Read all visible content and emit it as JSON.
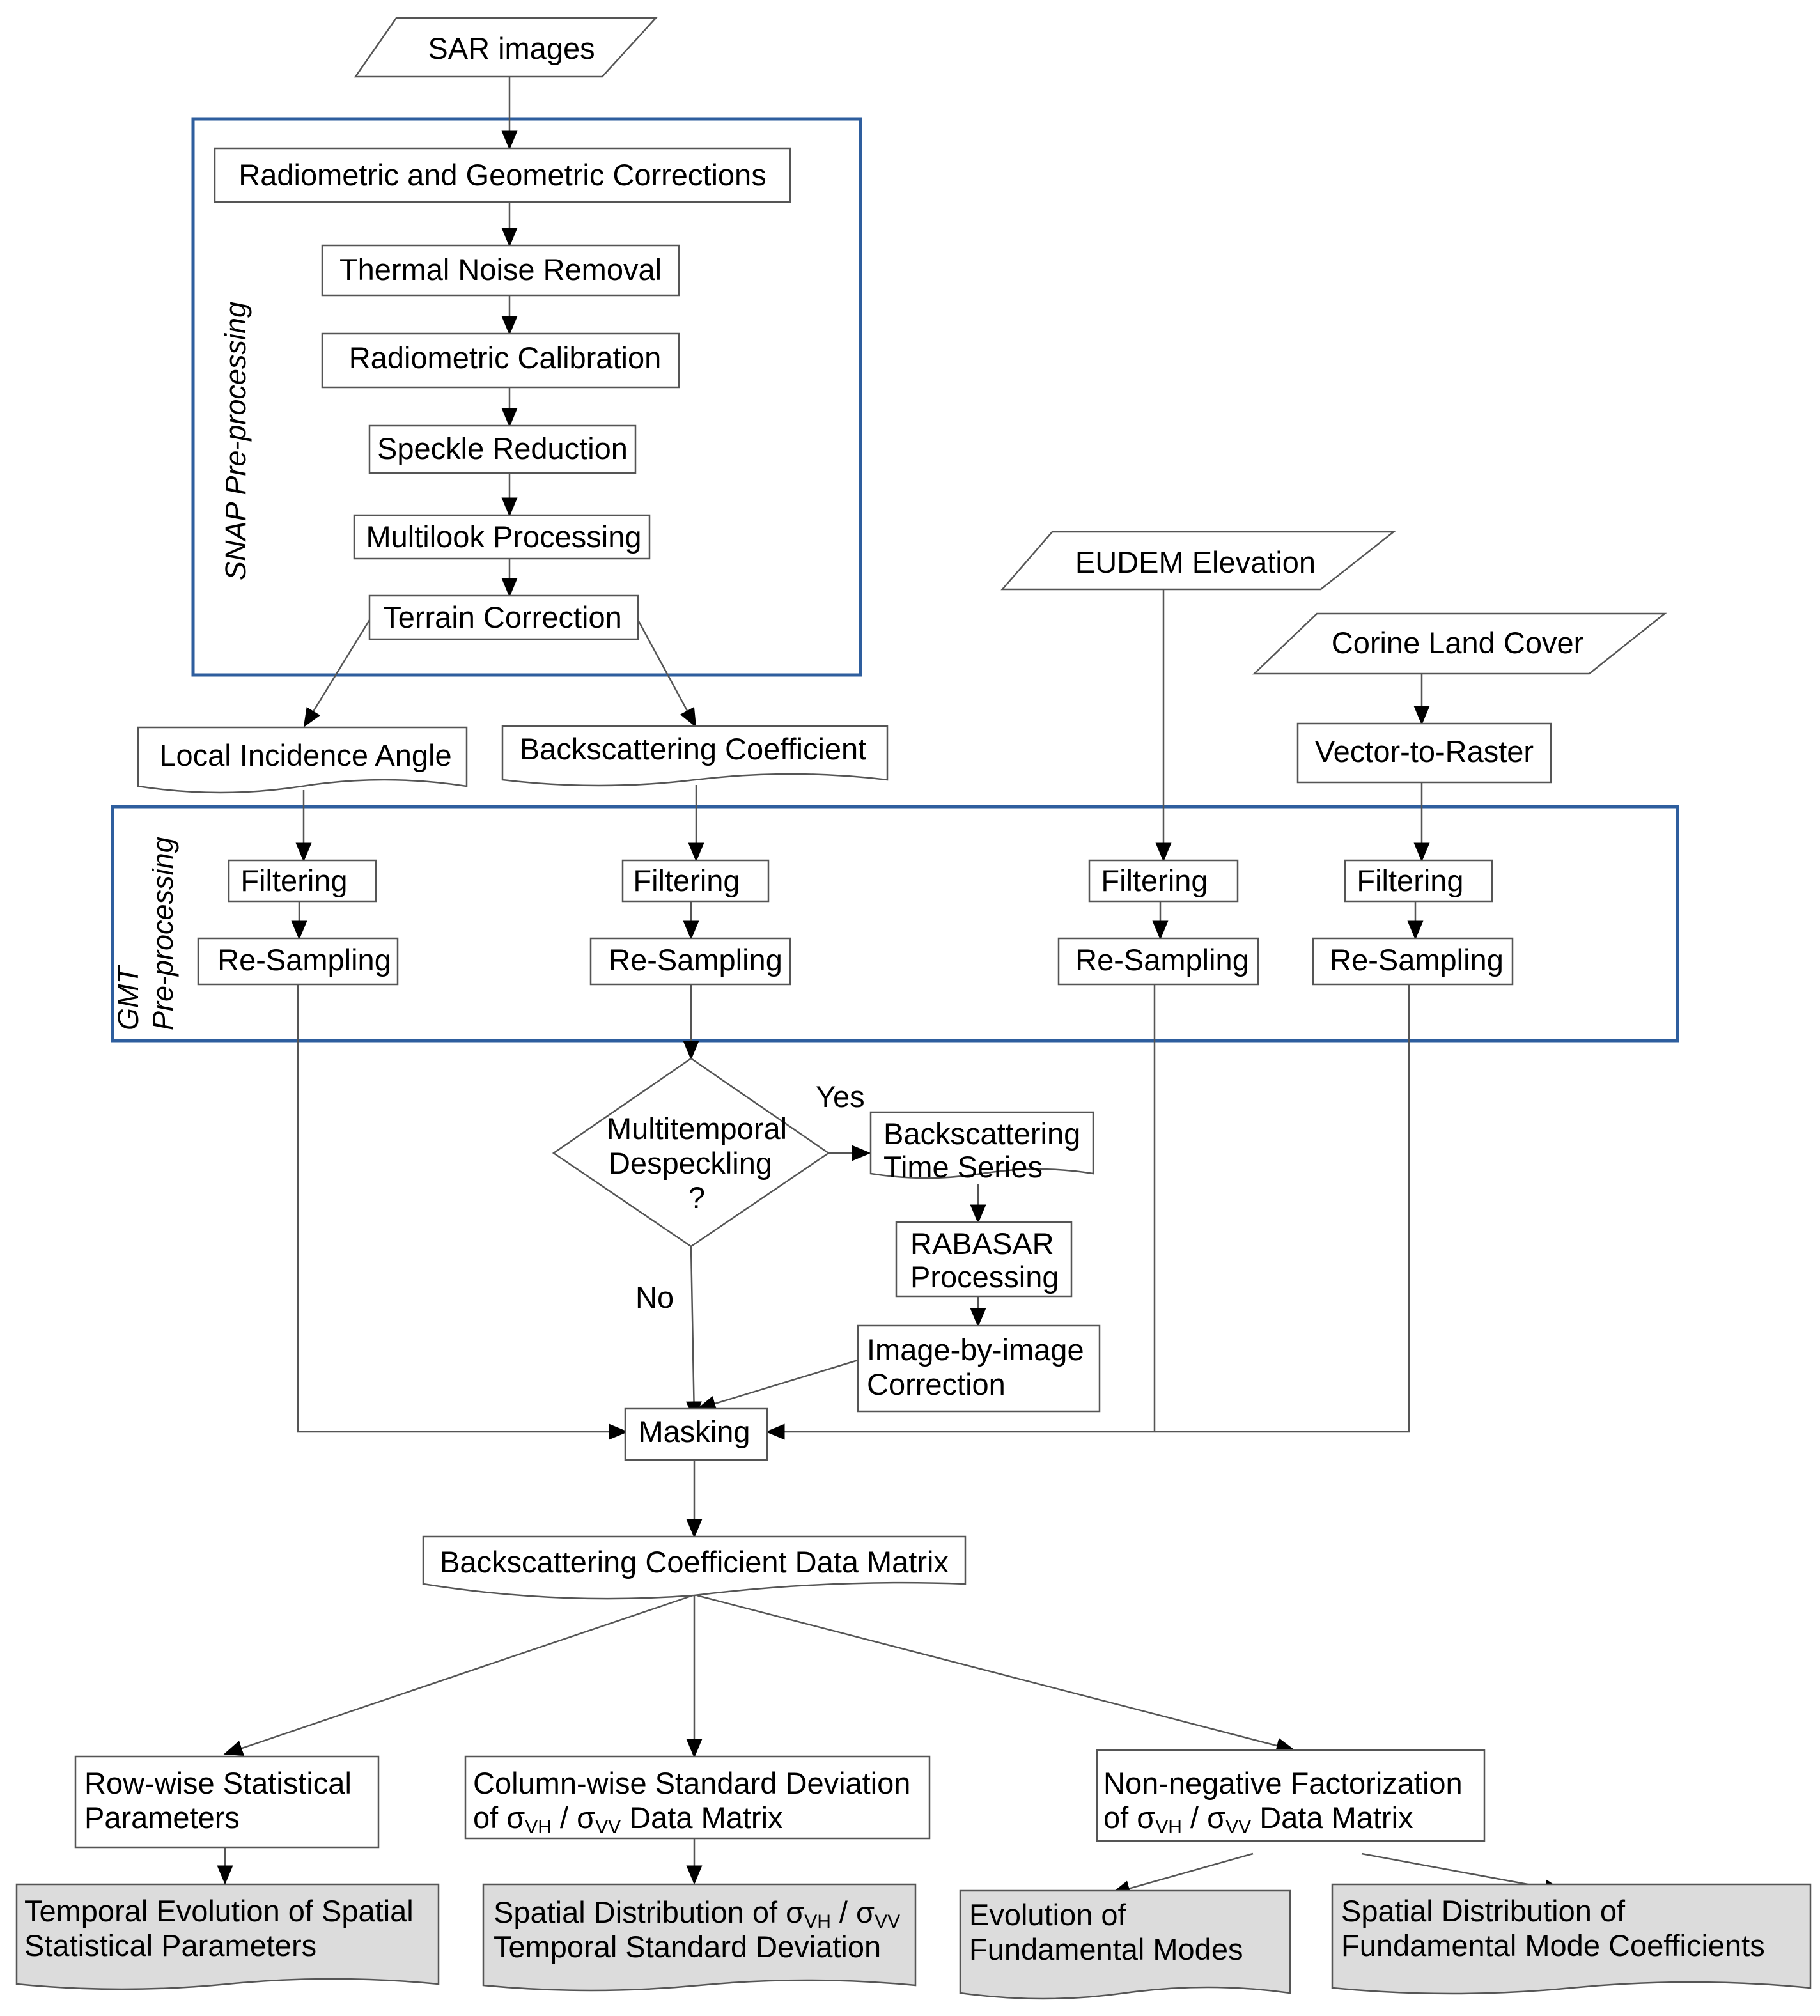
{
  "colors": {
    "group_border": "#2e5e9e",
    "group_label": "#2e5e9e",
    "output_fill": "#dcdcdc",
    "line": "#555555"
  },
  "groups": {
    "snap": "SNAP Pre-processing",
    "gmt_line1": "GMT",
    "gmt_line2": "Pre-processing"
  },
  "inputs": {
    "sar_images": "SAR images",
    "eudem": "EUDEM Elevation",
    "corine": "Corine Land Cover"
  },
  "snap_steps": {
    "radiometric_geometric": "Radiometric and Geometric Corrections",
    "thermal_noise": "Thermal Noise Removal",
    "radiometric_calibration": "Radiometric Calibration",
    "speckle_reduction": "Speckle Reduction",
    "multilook": "Multilook Processing",
    "terrain_correction": "Terrain Correction"
  },
  "products": {
    "local_incidence_angle": "Local Incidence Angle",
    "backscattering_coefficient": "Backscattering Coefficient",
    "vector_to_raster": "Vector-to-Raster"
  },
  "gmt_steps": {
    "filtering": "Filtering",
    "resampling": "Re-Sampling"
  },
  "decision": {
    "line1": "Multitemporal",
    "line2": "Despeckling",
    "line3": "?",
    "yes": "Yes",
    "no": "No"
  },
  "despeckle_branch": {
    "time_series_l1": "Backscattering",
    "time_series_l2": "Time Series",
    "rabasar_l1": "RABASAR",
    "rabasar_l2": "Processing",
    "correction_l1": "Image-by-image",
    "correction_l2": "Correction"
  },
  "masking": "Masking",
  "data_matrix": "Backscattering Coefficient Data Matrix",
  "analyses": {
    "rowwise_l1": "Row-wise Statistical",
    "rowwise_l2": "Parameters",
    "colwise_l1": "Column-wise Standard Deviation",
    "colwise_l2_pre": "of σ",
    "colwise_l2_sub1": "VH",
    "colwise_l2_mid": " / σ",
    "colwise_l2_sub2": "VV",
    "colwise_l2_post": " Data Matrix",
    "nmf_l1": "Non-negative Factorization",
    "nmf_l2_pre": "of σ",
    "nmf_l2_sub1": "VH",
    "nmf_l2_mid": " / σ",
    "nmf_l2_sub2": "VV",
    "nmf_l2_post": " Data Matrix"
  },
  "outputs": {
    "temporal_l1": "Temporal Evolution of Spatial",
    "temporal_l2": "Statistical Parameters",
    "spatial_l1_pre": "Spatial Distribution of σ",
    "spatial_l1_sub1": "VH",
    "spatial_l1_mid": " / σ",
    "spatial_l1_sub2": "VV",
    "spatial_l2": "Temporal Standard Deviation",
    "modes_l1": "Evolution of",
    "modes_l2": "Fundamental Modes",
    "coeff_l1": "Spatial Distribution of",
    "coeff_l2": "Fundamental Mode Coefficients"
  }
}
